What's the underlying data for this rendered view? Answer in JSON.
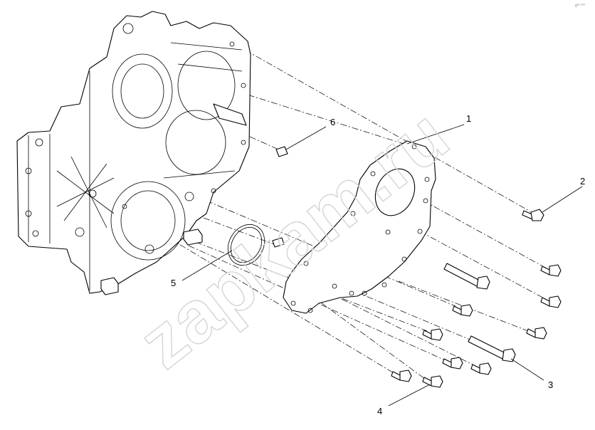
{
  "watermark": {
    "text": "zapkam.ru"
  },
  "corner_mark": {
    "text": "g⁰⁰ ⁰⁰⁰"
  },
  "callouts": [
    {
      "id": "1",
      "label": "1"
    },
    {
      "id": "2",
      "label": "2"
    },
    {
      "id": "3",
      "label": "3"
    },
    {
      "id": "4",
      "label": "4"
    },
    {
      "id": "5",
      "label": "5"
    },
    {
      "id": "6",
      "label": "6"
    }
  ],
  "colors": {
    "line": "#000000",
    "watermark": "#d4d4d4",
    "background": "#ffffff"
  }
}
